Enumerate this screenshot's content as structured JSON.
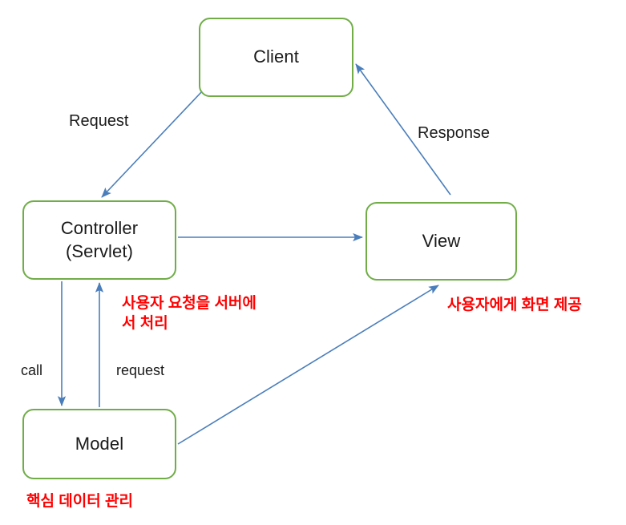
{
  "diagram": {
    "title": "MVC pattern flow",
    "colors": {
      "node_border": "#70ad47",
      "node_fill": "#ffffff",
      "edge": "#4a7ebb",
      "note_text": "#ff0000",
      "node_text": "#1a1a1a"
    },
    "nodes": [
      {
        "id": "client",
        "label": "Client"
      },
      {
        "id": "controller",
        "label": "Controller\n(Servlet)"
      },
      {
        "id": "view",
        "label": "View"
      },
      {
        "id": "model",
        "label": "Model"
      }
    ],
    "edges": [
      {
        "id": "client-to-controller",
        "label": "Request",
        "from": "client",
        "to": "controller"
      },
      {
        "id": "view-to-client",
        "label": "Response",
        "from": "view",
        "to": "client"
      },
      {
        "id": "controller-to-view",
        "label": "",
        "from": "controller",
        "to": "view"
      },
      {
        "id": "controller-to-model",
        "label": "call",
        "from": "controller",
        "to": "model"
      },
      {
        "id": "model-to-controller",
        "label": "request",
        "from": "model",
        "to": "controller"
      },
      {
        "id": "model-to-view",
        "label": "",
        "from": "model",
        "to": "view"
      }
    ],
    "notes": [
      {
        "id": "controller-note",
        "text": "사용자 요청을 서버에\n서 처리"
      },
      {
        "id": "view-note",
        "text": "사용자에게 화면 제공"
      },
      {
        "id": "model-note",
        "text": "핵심 데이터 관리"
      }
    ]
  }
}
